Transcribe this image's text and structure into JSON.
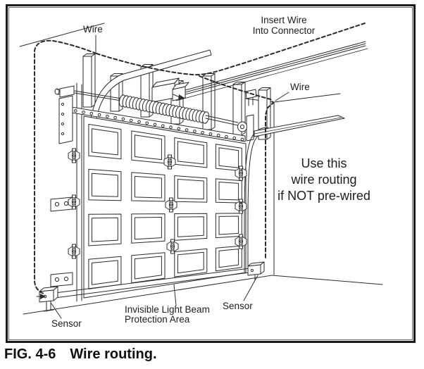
{
  "figure": {
    "labels": {
      "wire_top": "Wire",
      "insert_wire_line1": "Insert Wire",
      "insert_wire_line2": "Into Connector",
      "wire_right": "Wire",
      "note_line1": "Use this",
      "note_line2": "wire routing",
      "note_line3": "if NOT pre-wired",
      "beam_line1": "Invisible Light Beam",
      "beam_line2": "Protection Area",
      "sensor_left": "Sensor",
      "sensor_right": "Sensor"
    },
    "caption": {
      "prefix": "FIG. 4-6",
      "title": "Wire routing."
    },
    "colors": {
      "background": "#ffffff",
      "frame": "#1a1a1a",
      "line": "#2b2b2b",
      "label": "#1c1c26",
      "caption": "#0f0f0f"
    }
  }
}
